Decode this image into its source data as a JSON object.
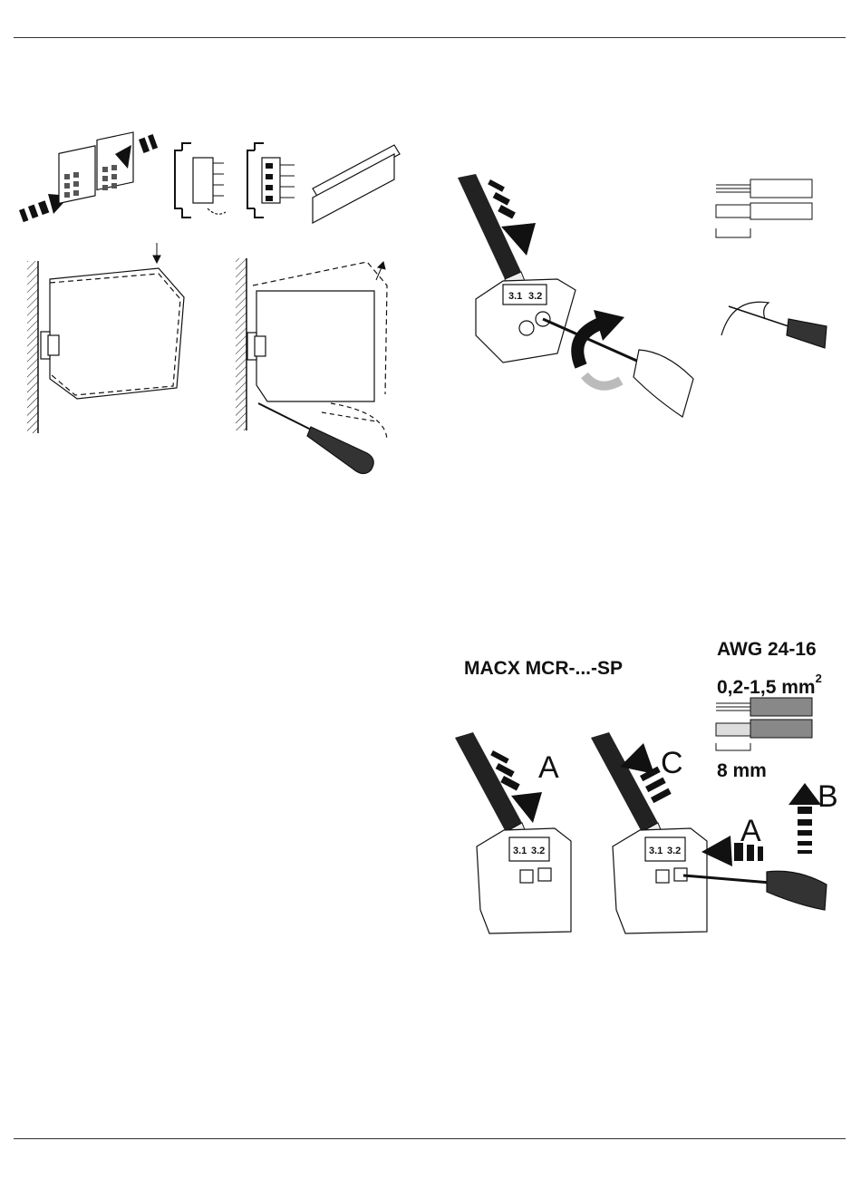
{
  "spring_section": {
    "product_label": "MACX MCR-...-SP",
    "awg_range": "AWG 24-16",
    "cross_section": "0,2-1,5 mm",
    "cross_section_sup": "2",
    "strip_length": "8 mm",
    "step_labels": {
      "a_left": "A",
      "c": "C",
      "a_right": "A",
      "b": "B"
    }
  },
  "screw_section": {
    "terminal_labels": [
      "3.1",
      "3.2"
    ]
  },
  "spring_terminal_labels": [
    "3.1",
    "3.2"
  ]
}
